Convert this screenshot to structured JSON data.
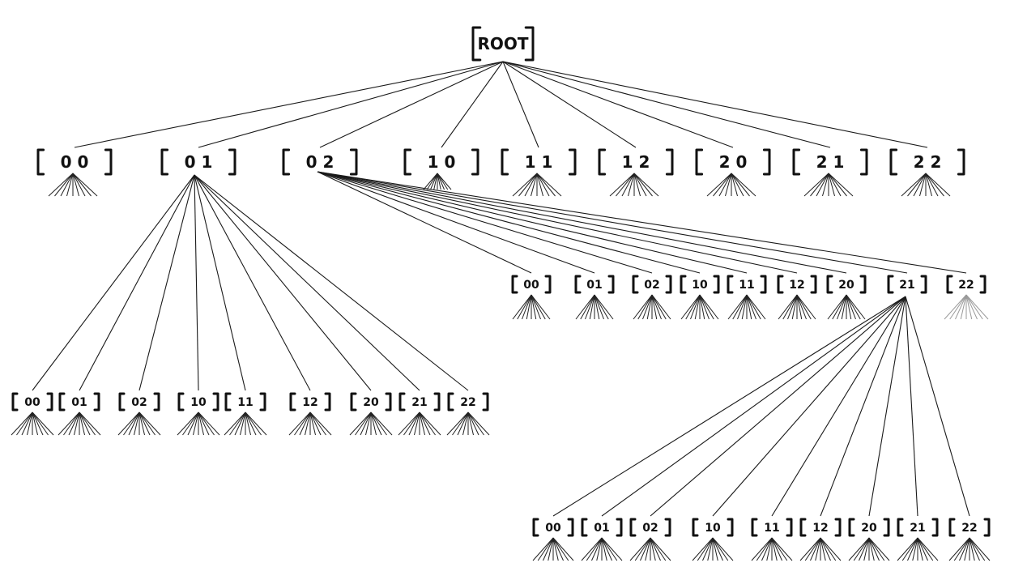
{
  "diagram": {
    "root": "ROOT",
    "level1": [
      "0 0",
      "0 1",
      "0 2",
      "1 0",
      "1 1",
      "1 2",
      "2 0",
      "2 1",
      "2 2"
    ],
    "children_of_01": [
      "00",
      "01",
      "02",
      "10",
      "11",
      "12",
      "20",
      "21",
      "22"
    ],
    "children_of_02": [
      "00",
      "01",
      "02",
      "10",
      "11",
      "12",
      "20",
      "21",
      "22"
    ],
    "children_of_02_21": [
      "00",
      "01",
      "02",
      "10",
      "11",
      "12",
      "20",
      "21",
      "22"
    ]
  }
}
